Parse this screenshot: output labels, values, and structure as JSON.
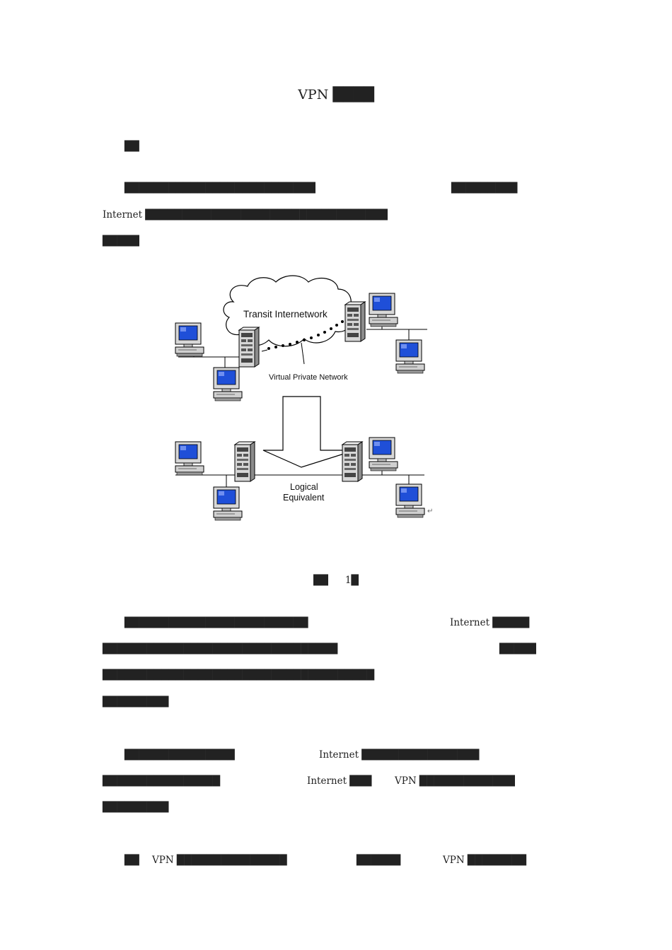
{
  "title": "VPN ████",
  "heading": "██",
  "para1": {
    "line1a": "██████████████████████████",
    "line1b": "█████████",
    "line2": "Internet █████████████████████████████████",
    "line3": "█████"
  },
  "figure": {
    "cloud_label": "Transit Internetwork",
    "vpn_label": "Virtual Private Network",
    "equiv_line1": "Logical",
    "equiv_line2": "Equivalent",
    "return_mark": "↵",
    "caption_prefix": "██",
    "caption_number": "1█"
  },
  "para2": {
    "line1a": "█████████████████████████",
    "line1b": "Internet █████",
    "line2a": "████████████████████████████████",
    "line2b": "█████",
    "line3": "█████████████████████████████████████",
    "line4": "█████████"
  },
  "para3": {
    "line1a": "███████████████",
    "line1b": "Internet ████████████████",
    "line2a": "████████████████",
    "line2b": "Internet ███",
    "line2c": "VPN █████████████",
    "line3": "█████████"
  },
  "para4": {
    "line1a": "██",
    "line1b": "VPN ███████████████",
    "line1c": "██████",
    "line1d": "VPN ████████"
  }
}
